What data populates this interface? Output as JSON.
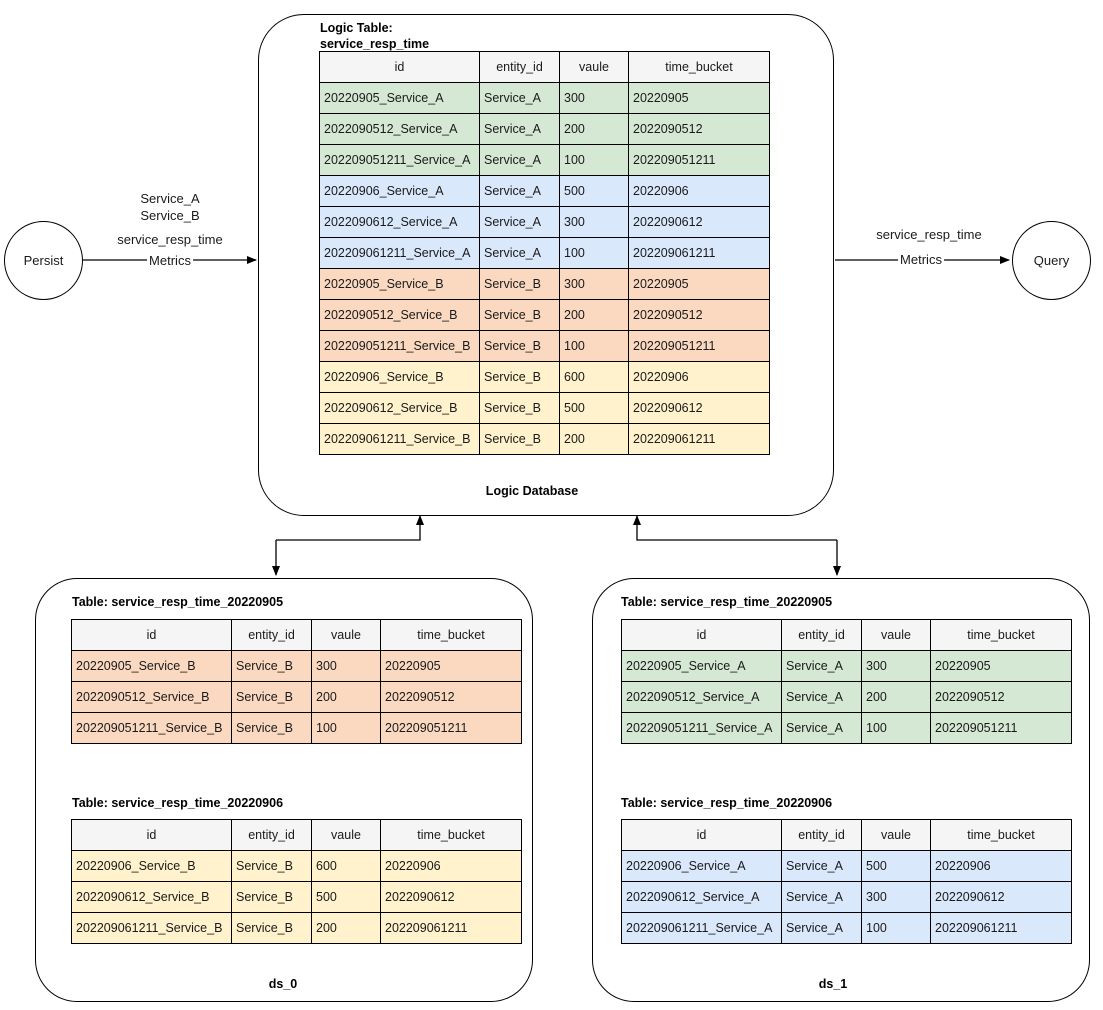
{
  "columns": [
    "id",
    "entity_id",
    "vaule",
    "time_bucket"
  ],
  "palette": {
    "green": "#d5e8d4",
    "blue": "#dae8fc",
    "orange": "#fad9c0",
    "yellow": "#fff2cc",
    "header_bg": "#f5f5f5",
    "stroke": "#000000",
    "background": "#ffffff"
  },
  "nodes": {
    "persist": "Persist",
    "query": "Query"
  },
  "edges": {
    "persist_to_db": {
      "line1": "Service_A",
      "line2": "Service_B",
      "line3": "service_resp_time",
      "line4": "Metrics"
    },
    "db_to_query": {
      "line1": "service_resp_time",
      "line2": "Metrics"
    }
  },
  "logic_database": {
    "footer_label": "Logic Database",
    "table_title_line1": "Logic Table:",
    "table_title_line2": "service_resp_time",
    "rows": [
      {
        "id": "20220905_Service_A",
        "entity_id": "Service_A",
        "vaule": "300",
        "time_bucket": "20220905",
        "color": "green"
      },
      {
        "id": "2022090512_Service_A",
        "entity_id": "Service_A",
        "vaule": "200",
        "time_bucket": "2022090512",
        "color": "green"
      },
      {
        "id": "202209051211_Service_A",
        "entity_id": "Service_A",
        "vaule": "100",
        "time_bucket": "202209051211",
        "color": "green"
      },
      {
        "id": "20220906_Service_A",
        "entity_id": "Service_A",
        "vaule": "500",
        "time_bucket": "20220906",
        "color": "blue"
      },
      {
        "id": "2022090612_Service_A",
        "entity_id": "Service_A",
        "vaule": "300",
        "time_bucket": "2022090612",
        "color": "blue"
      },
      {
        "id": "202209061211_Service_A",
        "entity_id": "Service_A",
        "vaule": "100",
        "time_bucket": "202209061211",
        "color": "blue"
      },
      {
        "id": "20220905_Service_B",
        "entity_id": "Service_B",
        "vaule": "300",
        "time_bucket": "20220905",
        "color": "orange"
      },
      {
        "id": "2022090512_Service_B",
        "entity_id": "Service_B",
        "vaule": "200",
        "time_bucket": "2022090512",
        "color": "orange"
      },
      {
        "id": "202209051211_Service_B",
        "entity_id": "Service_B",
        "vaule": "100",
        "time_bucket": "202209051211",
        "color": "orange"
      },
      {
        "id": "20220906_Service_B",
        "entity_id": "Service_B",
        "vaule": "600",
        "time_bucket": "20220906",
        "color": "yellow"
      },
      {
        "id": "2022090612_Service_B",
        "entity_id": "Service_B",
        "vaule": "500",
        "time_bucket": "2022090612",
        "color": "yellow"
      },
      {
        "id": "202209061211_Service_B",
        "entity_id": "Service_B",
        "vaule": "200",
        "time_bucket": "202209061211",
        "color": "yellow"
      }
    ]
  },
  "datasources": [
    {
      "name": "ds_0",
      "tables": [
        {
          "title": "Table: service_resp_time_20220905",
          "rows": [
            {
              "id": "20220905_Service_B",
              "entity_id": "Service_B",
              "vaule": "300",
              "time_bucket": "20220905",
              "color": "orange"
            },
            {
              "id": "2022090512_Service_B",
              "entity_id": "Service_B",
              "vaule": "200",
              "time_bucket": "2022090512",
              "color": "orange"
            },
            {
              "id": "202209051211_Service_B",
              "entity_id": "Service_B",
              "vaule": "100",
              "time_bucket": "202209051211",
              "color": "orange"
            }
          ]
        },
        {
          "title": "Table: service_resp_time_20220906",
          "rows": [
            {
              "id": "20220906_Service_B",
              "entity_id": "Service_B",
              "vaule": "600",
              "time_bucket": "20220906",
              "color": "yellow"
            },
            {
              "id": "2022090612_Service_B",
              "entity_id": "Service_B",
              "vaule": "500",
              "time_bucket": "2022090612",
              "color": "yellow"
            },
            {
              "id": "202209061211_Service_B",
              "entity_id": "Service_B",
              "vaule": "200",
              "time_bucket": "202209061211",
              "color": "yellow"
            }
          ]
        }
      ]
    },
    {
      "name": "ds_1",
      "tables": [
        {
          "title": "Table: service_resp_time_20220905",
          "rows": [
            {
              "id": "20220905_Service_A",
              "entity_id": "Service_A",
              "vaule": "300",
              "time_bucket": "20220905",
              "color": "green"
            },
            {
              "id": "2022090512_Service_A",
              "entity_id": "Service_A",
              "vaule": "200",
              "time_bucket": "2022090512",
              "color": "green"
            },
            {
              "id": "202209051211_Service_A",
              "entity_id": "Service_A",
              "vaule": "100",
              "time_bucket": "202209051211",
              "color": "green"
            }
          ]
        },
        {
          "title": "Table: service_resp_time_20220906",
          "rows": [
            {
              "id": "20220906_Service_A",
              "entity_id": "Service_A",
              "vaule": "500",
              "time_bucket": "20220906",
              "color": "blue"
            },
            {
              "id": "2022090612_Service_A",
              "entity_id": "Service_A",
              "vaule": "300",
              "time_bucket": "2022090612",
              "color": "blue"
            },
            {
              "id": "202209061211_Service_A",
              "entity_id": "Service_A",
              "vaule": "100",
              "time_bucket": "202209061211",
              "color": "blue"
            }
          ]
        }
      ]
    }
  ]
}
